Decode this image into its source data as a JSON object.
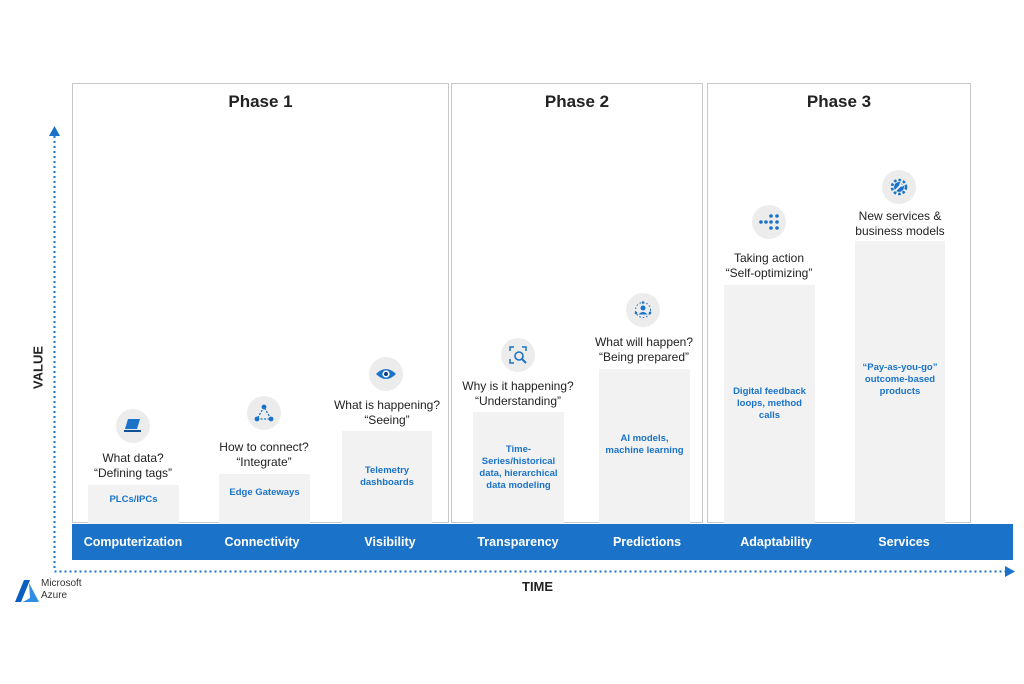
{
  "phases": [
    {
      "title": "Phase 1"
    },
    {
      "title": "Phase 2"
    },
    {
      "title": "Phase 3"
    }
  ],
  "stages": [
    {
      "name": "Computerization",
      "question": "What data?",
      "quote": "“Defining tags”",
      "detail": "PLCs/IPCs",
      "icon": "laptop-icon"
    },
    {
      "name": "Connectivity",
      "question": "How to connect?",
      "quote": "“Integrate”",
      "detail": "Edge Gateways",
      "icon": "network-triangle-icon"
    },
    {
      "name": "Visibility",
      "question": "What is happening?",
      "quote": "“Seeing”",
      "detail": "Telemetry dashboards",
      "icon": "eye-icon"
    },
    {
      "name": "Transparency",
      "question": "Why is it happening?",
      "quote": "“Understanding”",
      "detail": "Time-Series/historical data, hierarchical data modeling",
      "icon": "scan-search-icon"
    },
    {
      "name": "Predictions",
      "question": "What will happen?",
      "quote": "“Being prepared”",
      "detail": "AI models, machine learning",
      "icon": "person-network-icon"
    },
    {
      "name": "Adaptability",
      "question": "Taking action",
      "quote": "“Self-optimizing”",
      "detail": "Digital feedback loops, method calls",
      "icon": "dots-flow-icon"
    },
    {
      "name": "Services",
      "question": "New services &",
      "quote": "business models",
      "detail": "“Pay-as-you-go” outcome-based products",
      "icon": "gear-wrench-icon"
    }
  ],
  "axes": {
    "y_label": "VALUE",
    "x_label": "TIME"
  },
  "brand": {
    "line1": "Microsoft",
    "line2": "Azure"
  },
  "colors": {
    "accent": "#1a73c8",
    "bar": "#f2f2f2",
    "border": "#c8c8c8"
  }
}
